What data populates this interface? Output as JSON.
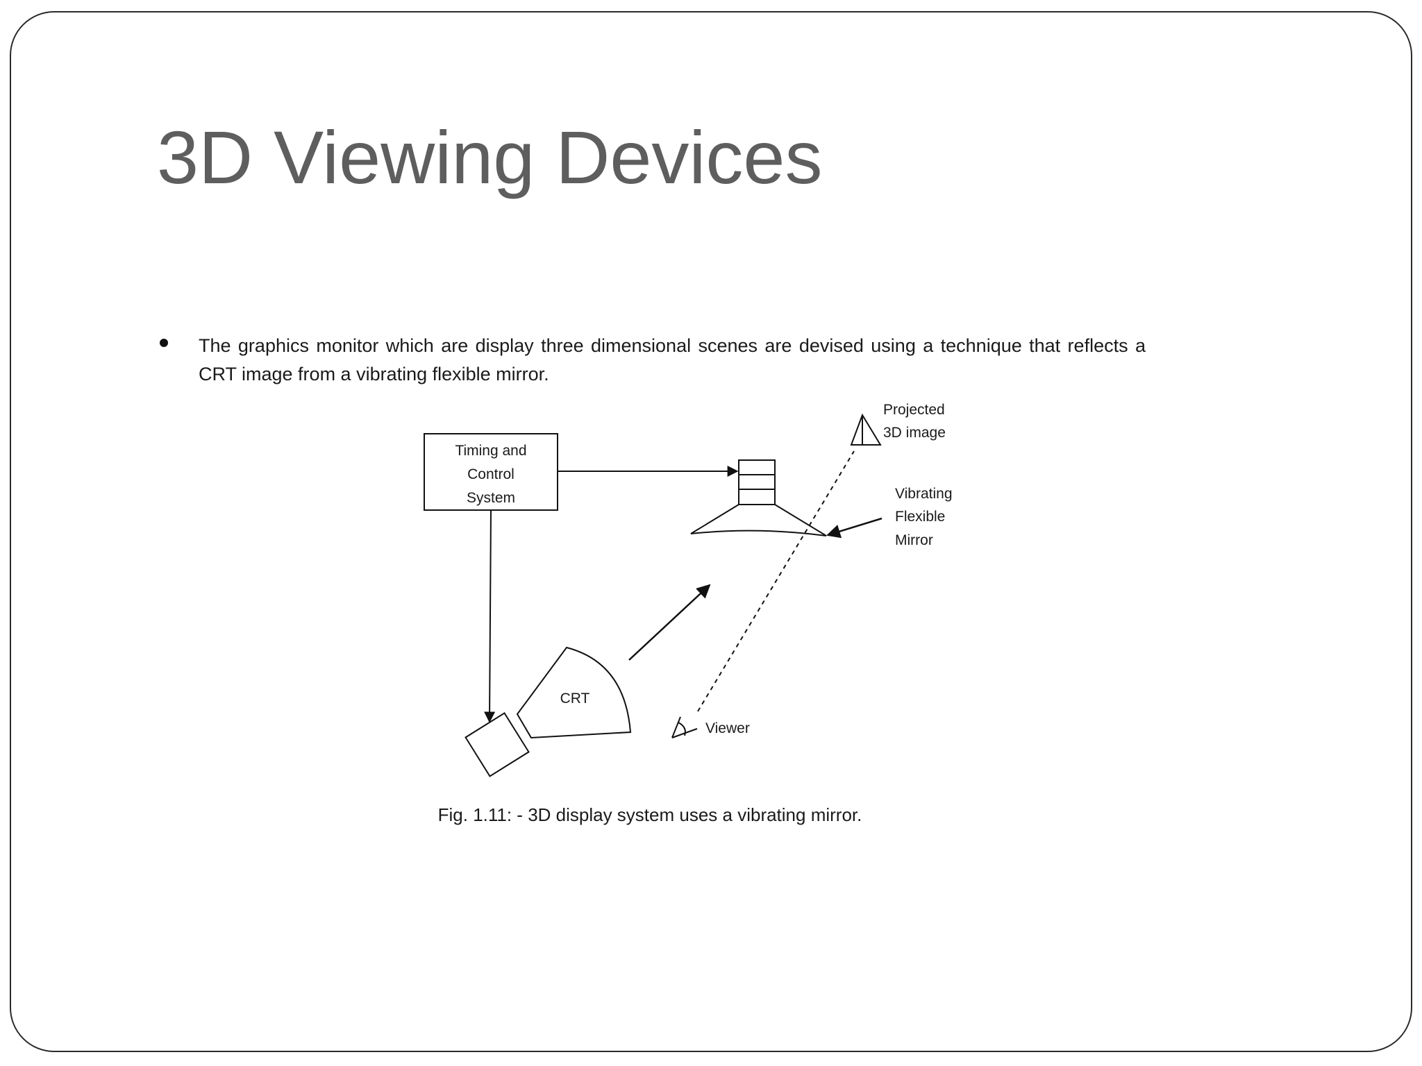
{
  "slide": {
    "title": "3D Viewing Devices",
    "bullet": "The graphics monitor which are display three dimensional scenes are devised using a technique that reflects a CRT image from a vibrating flexible mirror."
  },
  "diagram": {
    "timing_box": {
      "line1": "Timing and",
      "line2": "Control",
      "line3": "System"
    },
    "crt_label": "CRT",
    "projected_label": {
      "line1": "Projected",
      "line2": "3D image"
    },
    "mirror_label": {
      "line1": "Vibrating",
      "line2": "Flexible",
      "line3": "Mirror"
    },
    "viewer_label": "Viewer",
    "caption": "Fig. 1.11: - 3D display system uses a vibrating mirror."
  },
  "colors": {
    "title": "#5e5e5e",
    "ink": "#1a1a1a",
    "frame": "#2a2a2a",
    "background": "#ffffff"
  }
}
